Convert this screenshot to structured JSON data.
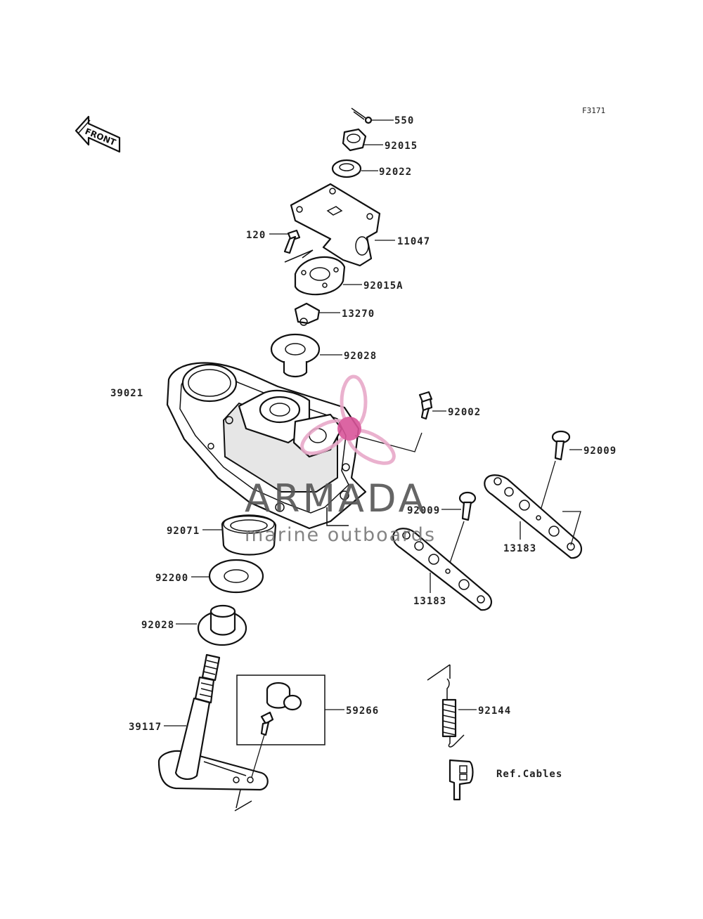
{
  "figure_id": "F3171",
  "front_arrow": "FRONT",
  "parts": {
    "p550": "550",
    "p92015": "92015",
    "p92022": "92022",
    "p11047": "11047",
    "p120": "120",
    "p92015A": "92015A",
    "p13270": "13270",
    "p92028_top": "92028",
    "p39021": "39021",
    "p92002": "92002",
    "p92009_right": "92009",
    "p92009_mid": "92009",
    "p13183_right": "13183",
    "p13183_mid": "13183",
    "p92071": "92071",
    "p92200": "92200",
    "p92028_bottom": "92028",
    "p39117": "39117",
    "p59266": "59266",
    "p92144": "92144",
    "ref_cables": "Ref.Cables"
  },
  "watermark": {
    "title": "ARMADA",
    "subtitle": "marine outboards",
    "logo_color": "#e8a9c9",
    "logo_center_color": "#d9559a"
  }
}
